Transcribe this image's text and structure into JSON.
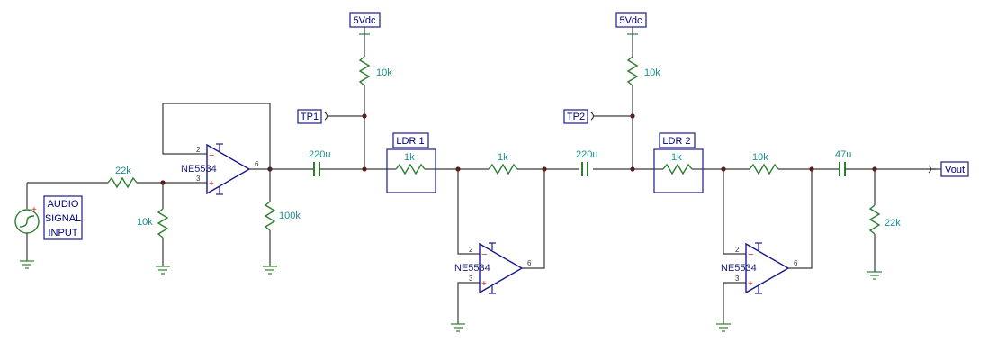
{
  "supplies": {
    "label": "5Vdc"
  },
  "test_points": {
    "tp1": "TP1",
    "tp2": "TP2"
  },
  "input_box": {
    "line1": "AUDIO",
    "line2": "SIGNAL",
    "line3": "INPUT"
  },
  "output_label": "Vout",
  "ldr_labels": {
    "ldr1": "LDR 1",
    "ldr2": "LDR 2"
  },
  "opamps": {
    "part": "NE5534",
    "pin_inv": "2",
    "pin_noninv": "3",
    "pin_out": "6",
    "minus": "−",
    "plus": "+"
  },
  "source": {
    "plus": "+"
  },
  "components": {
    "r_in_series": "22k",
    "r_in_shunt": "10k",
    "r_load1": "100k",
    "c1": "220u",
    "r_pull1": "10k",
    "r_ldr1": "1k",
    "r_stage2": "1k",
    "c2": "220u",
    "r_pull2": "10k",
    "r_ldr2": "1k",
    "r_stage3": "10k",
    "c3": "47u",
    "r_out": "22k"
  }
}
